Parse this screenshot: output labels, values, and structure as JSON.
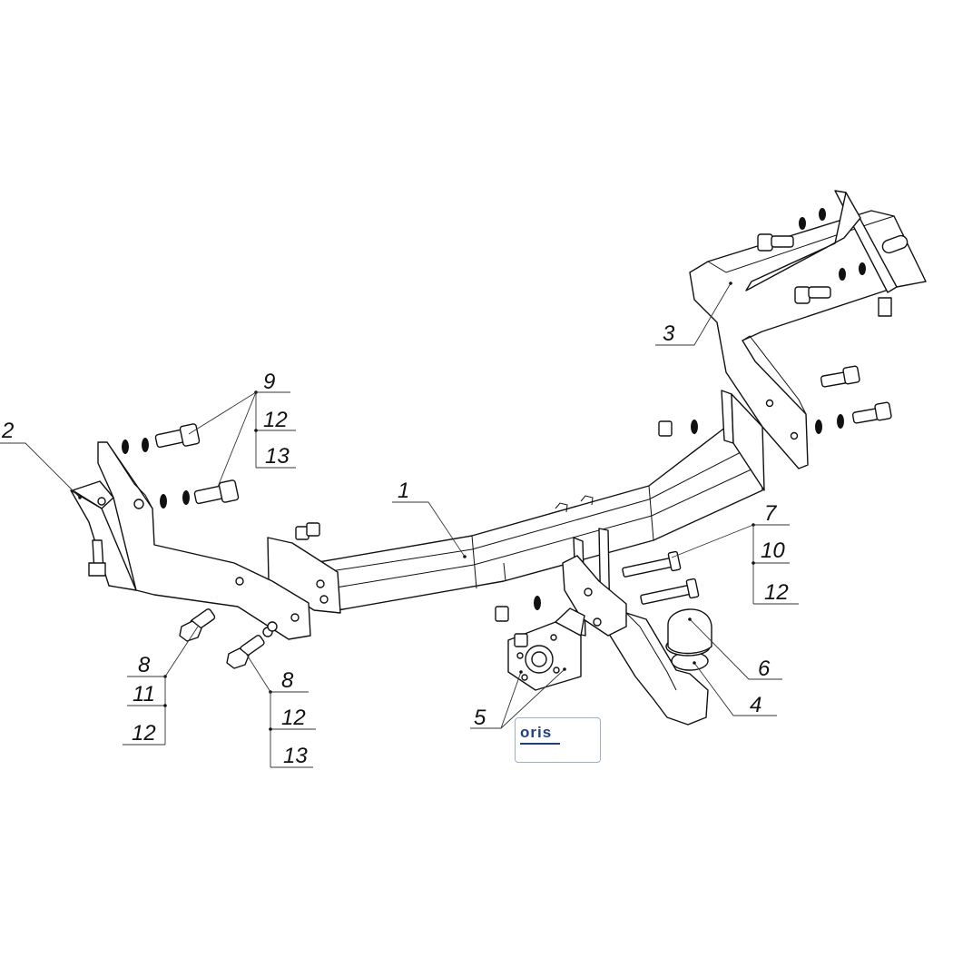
{
  "diagram": {
    "callouts": [
      {
        "id": "c1",
        "text": "1"
      },
      {
        "id": "c2",
        "text": "2"
      },
      {
        "id": "c3",
        "text": "3"
      },
      {
        "id": "c4",
        "text": "4"
      },
      {
        "id": "c5",
        "text": "5"
      },
      {
        "id": "c6",
        "text": "6"
      },
      {
        "id": "c7",
        "text": "7"
      },
      {
        "id": "c10",
        "text": "10"
      },
      {
        "id": "c12a",
        "text": "12"
      },
      {
        "id": "c9",
        "text": "9"
      },
      {
        "id": "c12b",
        "text": "12"
      },
      {
        "id": "c13a",
        "text": "13"
      },
      {
        "id": "c8a",
        "text": "8"
      },
      {
        "id": "c11",
        "text": "11"
      },
      {
        "id": "c12c",
        "text": "12"
      },
      {
        "id": "c8b",
        "text": "8"
      },
      {
        "id": "c12d",
        "text": "12"
      },
      {
        "id": "c13b",
        "text": "13"
      }
    ]
  },
  "logo": {
    "text": "oris",
    "accent_color": "#1c3f8a",
    "border_color": "#9ab0cf"
  }
}
